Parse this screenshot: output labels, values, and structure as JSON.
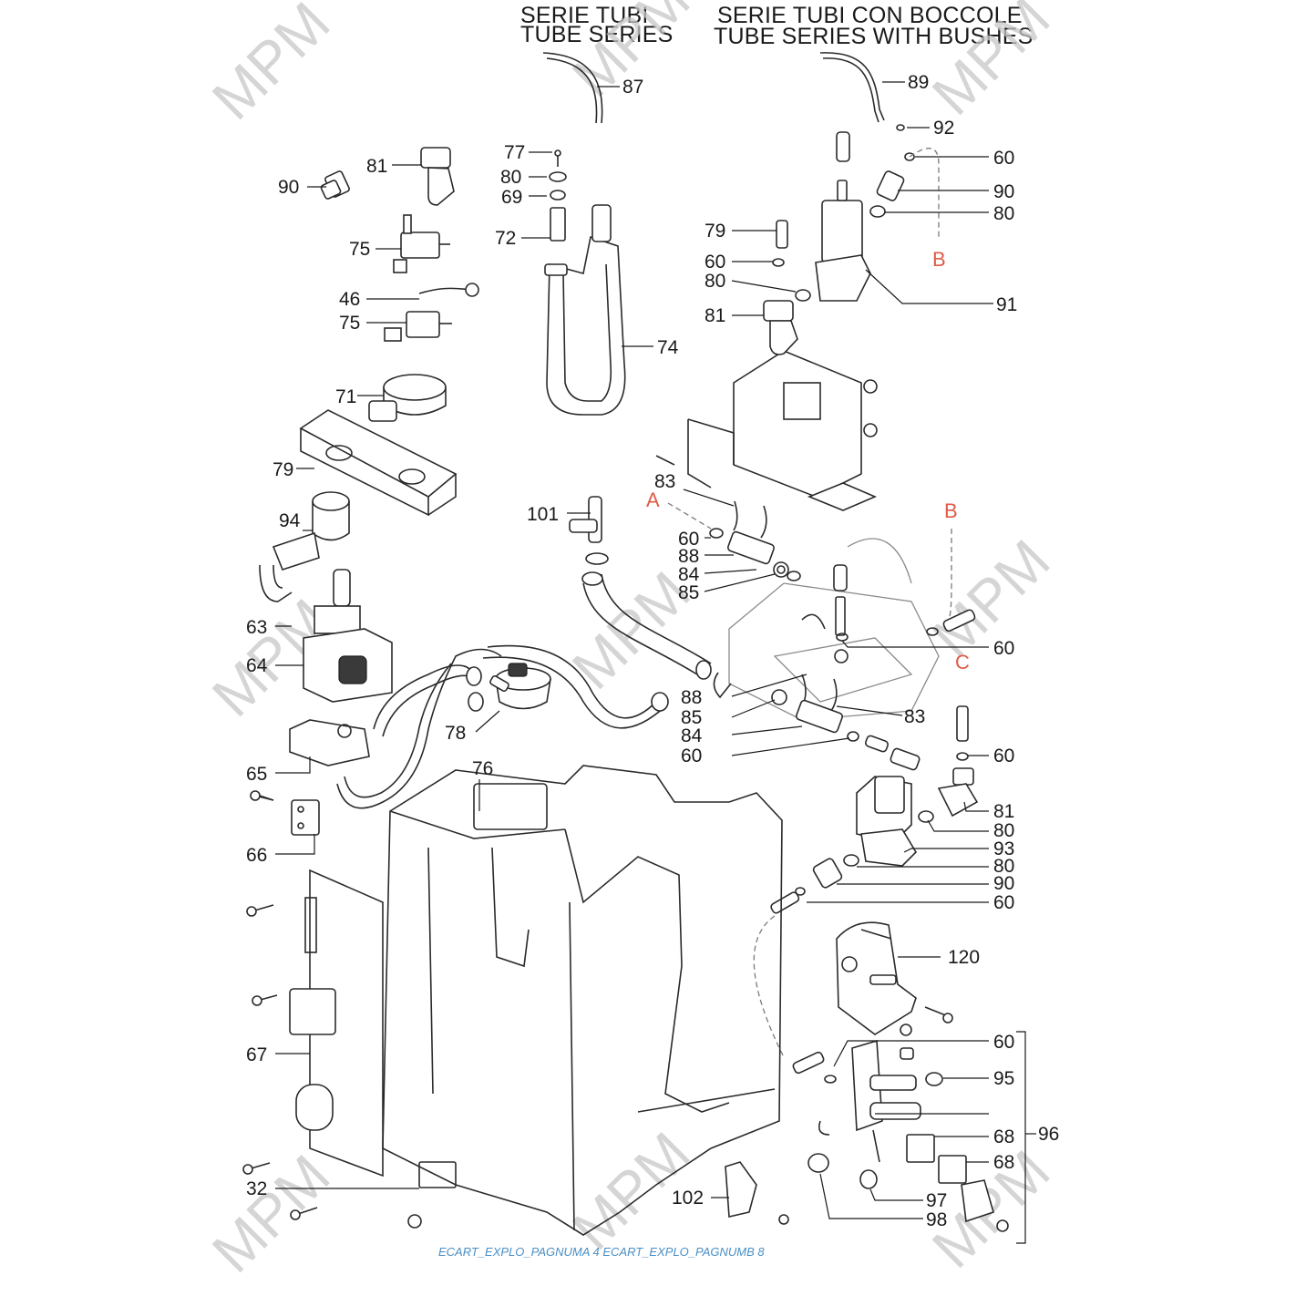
{
  "header": {
    "tube_series_it": "SERIE TUBI",
    "tube_series_en": "TUBE SERIES",
    "bush_series_it": "SERIE TUBI CON BOCCOLE",
    "bush_series_en": "TUBE SERIES WITH BUSHES"
  },
  "watermark": "MPM",
  "footer": "ECART_EXPLO_PAGNUMA 4 ECART_EXPLO_PAGNUMB 8",
  "ref_labels": {
    "a": "A",
    "b": "B",
    "c": "C"
  },
  "part_labels": {
    "l87": "87",
    "l89": "89",
    "l92": "92",
    "l77": "77",
    "l80a": "80",
    "l69": "69",
    "l72": "72",
    "l74": "74",
    "l90a": "90",
    "l81a": "81",
    "l75a": "75",
    "l46": "46",
    "l75b": "75",
    "l71": "71",
    "l79a": "79",
    "l60a": "60",
    "l90b": "90",
    "l80b": "80",
    "l79b": "79",
    "l60b": "60",
    "l80c": "80",
    "l81b": "81",
    "l91": "91",
    "l83a": "83",
    "l101": "101",
    "l60c": "60",
    "l88a": "88",
    "l84a": "84",
    "l85a": "85",
    "l94": "94",
    "l63": "63",
    "l64": "64",
    "l60d": "60",
    "l88b": "88",
    "l85b": "85",
    "l83b": "83",
    "l84b": "84",
    "l60e": "60",
    "l60f": "60",
    "l78": "78",
    "l65": "65",
    "l76": "76",
    "l66": "66",
    "l81c": "81",
    "l80d": "80",
    "l93": "93",
    "l80e": "80",
    "l90c": "90",
    "l60g": "60",
    "l120": "120",
    "l67": "67",
    "l60h": "60",
    "l95": "95",
    "l96": "96",
    "l68a": "68",
    "l68b": "68",
    "l97": "97",
    "l98": "98",
    "l32": "32",
    "l102": "102"
  }
}
